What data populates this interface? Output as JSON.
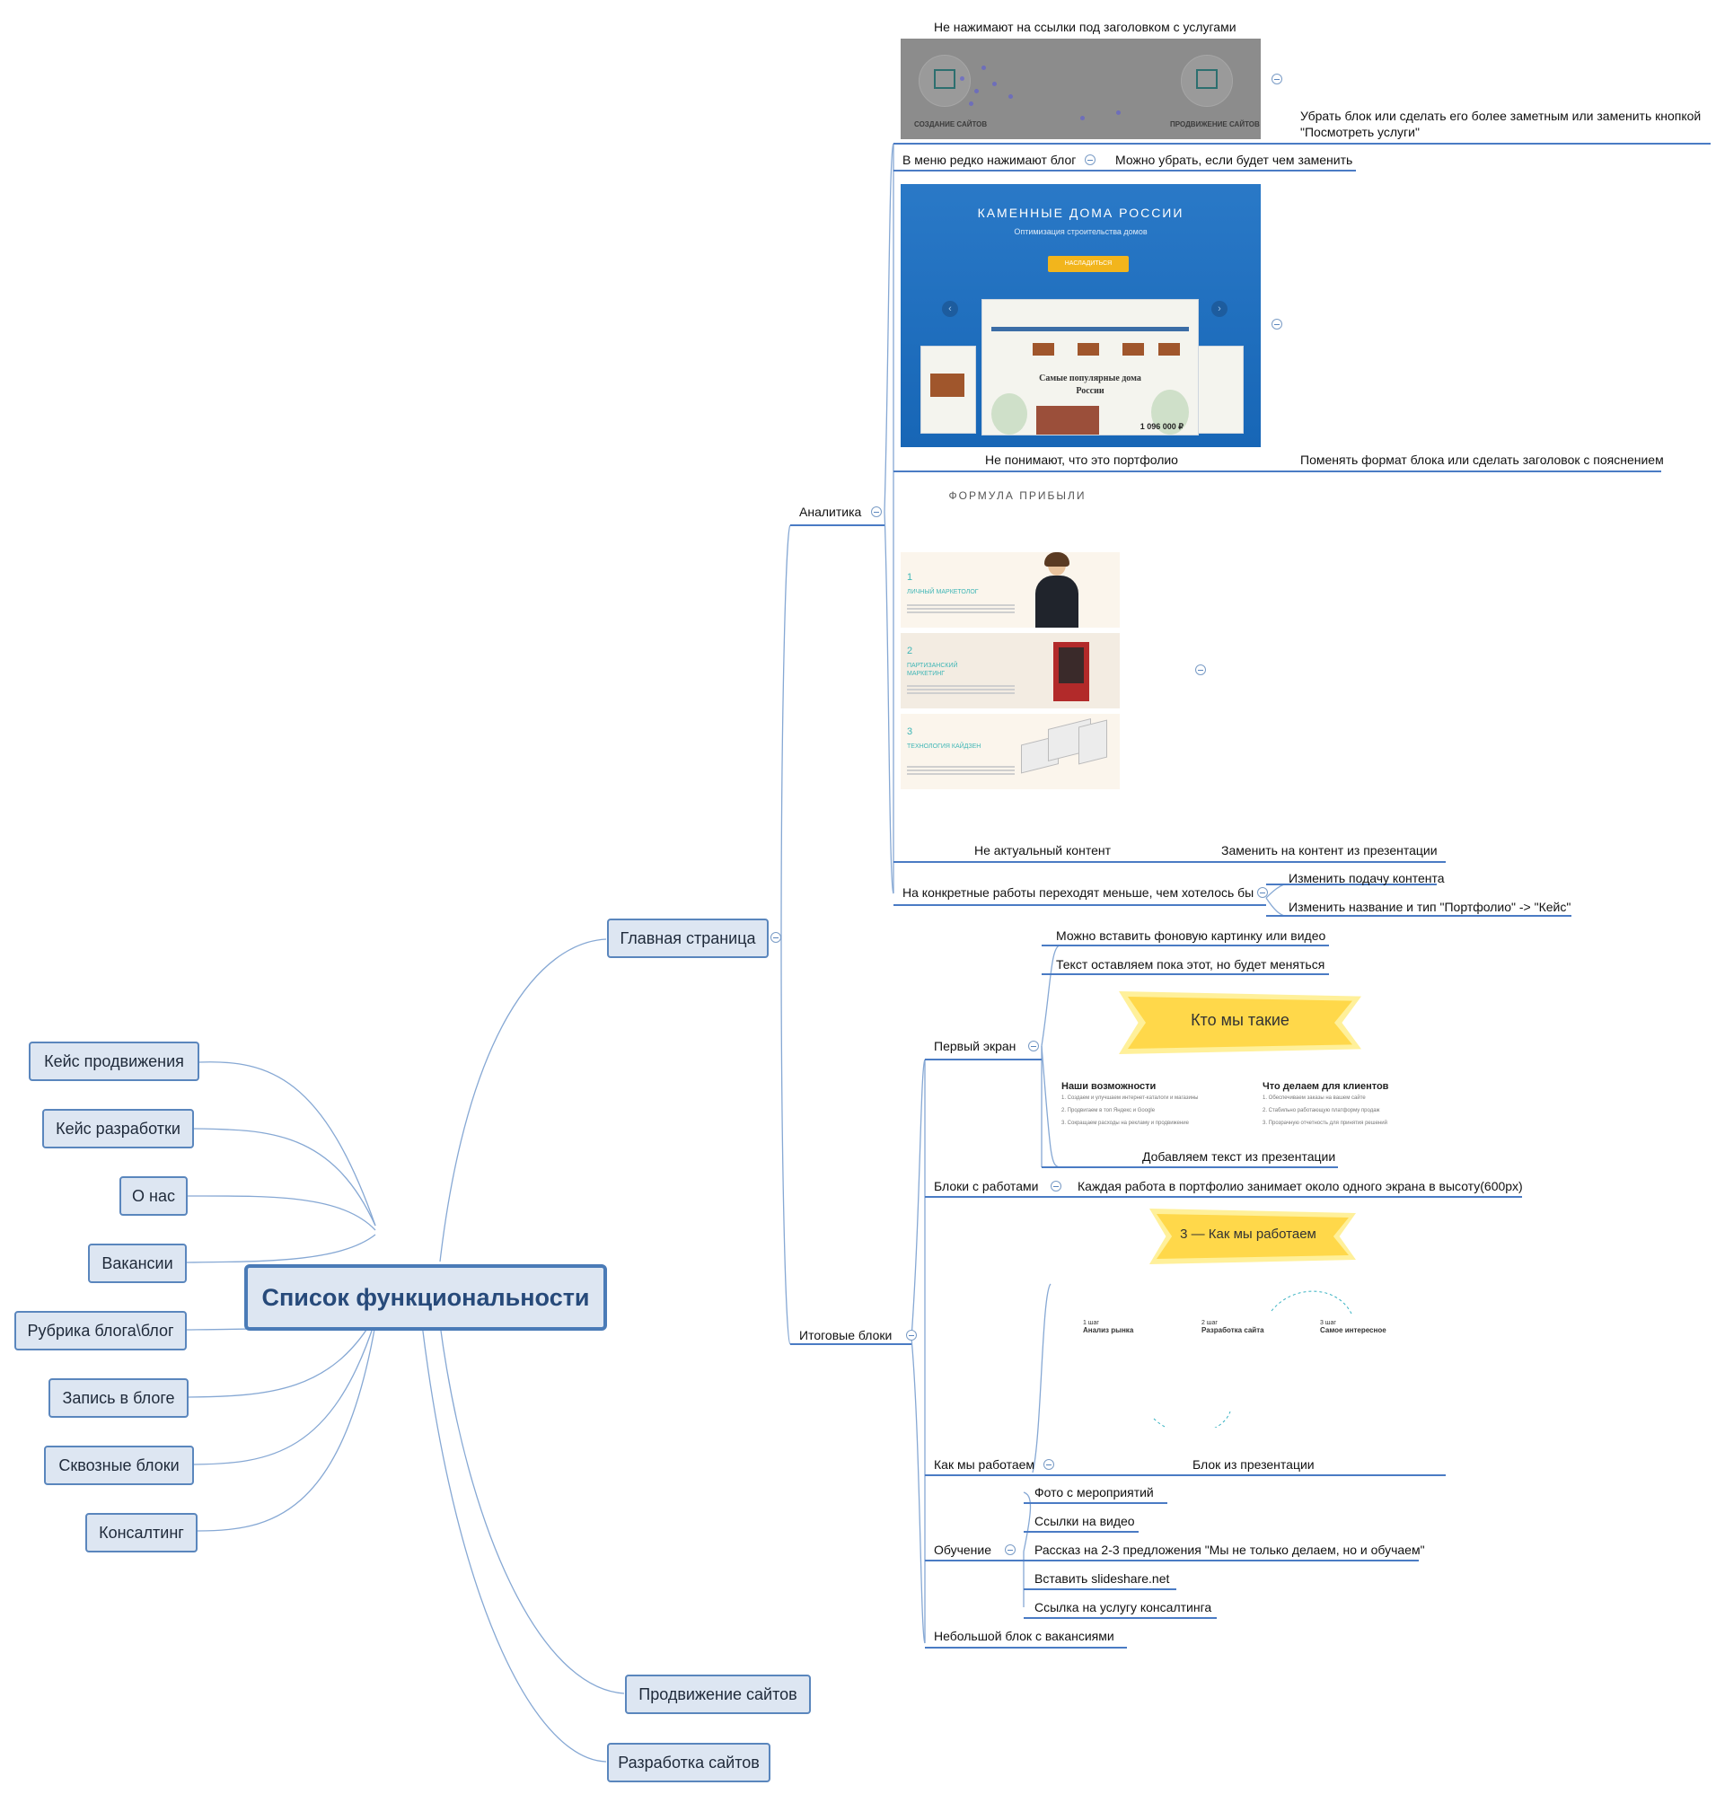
{
  "central": "Список функциональности",
  "left_topics": [
    "Кейс продвижения",
    "Кейс разработки",
    "О нас",
    "Вакансии",
    "Рубрика блога\\блог",
    "Запись в блоге",
    "Сквозные блоки",
    "Консалтинг"
  ],
  "right_topics": {
    "main_page": "Главная страница",
    "promotion": "Продвижение сайтов",
    "development": "Разработка сайтов"
  },
  "analytics": {
    "label": "Аналитика",
    "services_caption": "Не нажимают на ссылки под заголовком с услугами",
    "services_image": {
      "left": "СОЗДАНИЕ САЙТОВ",
      "right": "ПРОДВИЖЕНИЕ САЙТОВ"
    },
    "services_fix": "Убрать блок или сделать его более заметным или заменить кнопкой \"Посмотреть услуги\"",
    "blog_menu": "В меню редко нажимают блог",
    "blog_fix": "Можно убрать, если будет чем заменить",
    "portfolio_image": {
      "title": "КАМЕННЫЕ ДОМА РОССИИ",
      "subtitle": "Оптимизация строительства домов",
      "button": "НАСЛАДИТЬСЯ",
      "mock_heading_1": "Самые популярные дома",
      "mock_heading_2": "России",
      "price": "1 096 000 ₽"
    },
    "portfolio_caption": "Не понимают, что это портфолио",
    "portfolio_fix": "Поменять формат блока или сделать заголовок с пояснением",
    "formula_image": {
      "title": "ФОРМУЛА ПРИБЫЛИ",
      "rows": [
        {
          "num": "1",
          "title": "ЛИЧНЫЙ МАРКЕТОЛОГ"
        },
        {
          "num": "2",
          "title": "ПАРТИЗАНСКИЙ МАРКЕТИНГ"
        },
        {
          "num": "3",
          "title": "ТЕХНОЛОГИЯ КАЙДЗЕН"
        }
      ]
    },
    "content_caption": "Не актуальный контент",
    "content_fix": "Заменить на контент из презентации",
    "works": "На конкретные работы переходят меньше, чем хотелось бы",
    "works_fix_1": "Изменить подачу контента",
    "works_fix_2": "Изменить название и тип \"Портфолио\" -> \"Кейс\""
  },
  "final_blocks": {
    "label": "Итоговые блоки",
    "first_screen": {
      "label": "Первый экран",
      "item_1": "Можно вставить фоновую картинку или видео",
      "item_2": "Текст оставляем пока этот, но будет меняться",
      "image": {
        "banner": "Кто мы такие",
        "col1_title": "Наши возможности",
        "col1_items": [
          "1. Создаем и улучшаем интернет-каталоги и магазины",
          "2. Продвигаем в топ Яндекс и Google",
          "3. Сокращаем расходы на рекламу и продвижение"
        ],
        "col2_title": "Что делаем для клиентов",
        "col2_items": [
          "1. Обеспечиваем заказы на вашем сайте",
          "2. Стабильно работающую платформу продаж",
          "3. Прозрачную отчетность для принятия решений"
        ]
      },
      "caption": "Добавляем текст из презентации"
    },
    "works_blocks": {
      "label": "Блоки с работами",
      "item": "Каждая работа в портфолио занимает около одного экрана в высоту(600px)"
    },
    "how_we_work": {
      "label": "Как мы работаем",
      "image": {
        "banner": "3 — Как мы работаем",
        "steps": [
          {
            "n": "1 шаг",
            "title": "Анализ рынка"
          },
          {
            "n": "2 шаг",
            "title": "Разработка сайта"
          },
          {
            "n": "3 шаг",
            "title": "Самое интересное"
          }
        ]
      },
      "caption": "Блок из презентации"
    },
    "training": {
      "label": "Обучение",
      "items": [
        "Фото с мероприятий",
        "Ссылки на видео",
        "Рассказ на 2-3 предложения \"Мы не только делаем, но и обучаем\"",
        "Вставить slideshare.net",
        "Ссылка на услугу консалтинга"
      ]
    },
    "vacancies": "Небольшой блок с вакансиями"
  },
  "colors": {
    "topic_fill": "#dde6f2",
    "topic_border": "#5a86bd",
    "line": "#6b95c9",
    "underline": "#4a7bc4"
  }
}
